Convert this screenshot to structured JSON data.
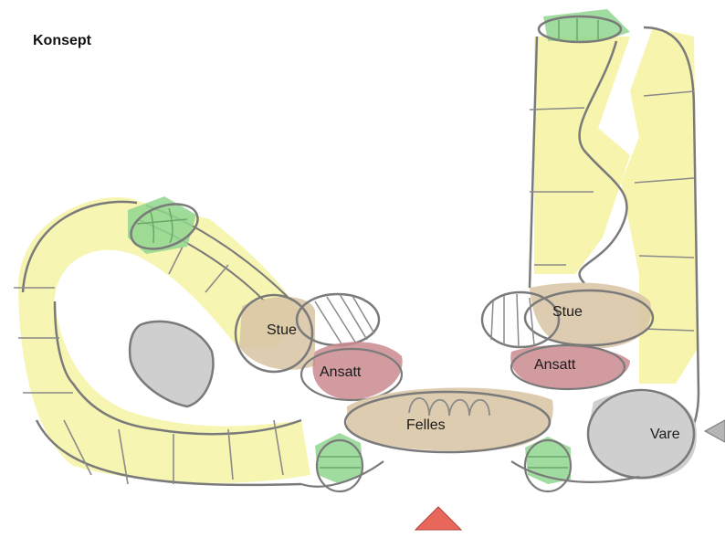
{
  "title": "Konsept",
  "labels": {
    "stue_left": "Stue",
    "stue_right": "Stue",
    "ansatt_left": "Ansatt",
    "ansatt_right": "Ansatt",
    "felles": "Felles",
    "vare": "Vare"
  },
  "colors": {
    "corridor": "#f6f3a4",
    "stue": "#d9c7a6",
    "ansatt": "#c98a8f",
    "green": "#8fd68f",
    "grey": "#cfcfcf",
    "entrance": "#e8665a",
    "stroke": "#7a7a7a"
  }
}
